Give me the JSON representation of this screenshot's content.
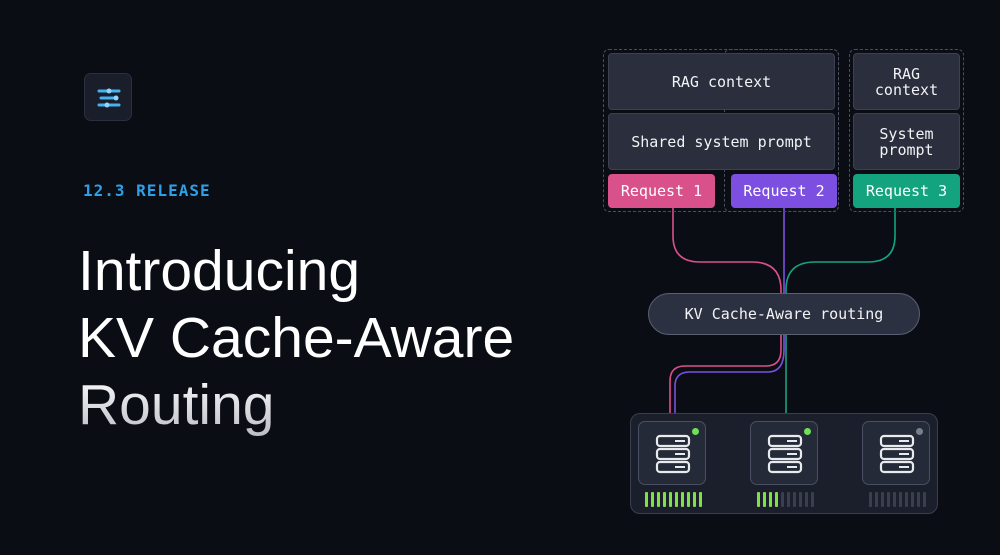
{
  "release_label": "12.3 RELEASE",
  "headline": {
    "line1": "Introducing",
    "line2": "KV Cache-Aware",
    "line3": "Routing"
  },
  "diagram": {
    "group_a": {
      "rag": "RAG context",
      "system": "Shared system prompt"
    },
    "group_b": {
      "rag_line1": "RAG",
      "rag_line2": "context",
      "system_line1": "System",
      "system_line2": "prompt"
    },
    "requests": [
      {
        "label": "Request 1",
        "color": "#d9518a"
      },
      {
        "label": "Request 2",
        "color": "#7c4fe0"
      },
      {
        "label": "Request 3",
        "color": "#14a37f"
      }
    ],
    "router_label": "KV Cache-Aware routing",
    "servers": [
      {
        "status_color": "#6ee05a",
        "load": 10,
        "capacity": 10
      },
      {
        "status_color": "#6ee05a",
        "load": 4,
        "capacity": 10
      },
      {
        "status_color": "#7a7f8c",
        "load": 0,
        "capacity": 10
      }
    ]
  },
  "colors": {
    "accent": "#2f9fe6",
    "bar_active": "#7fe04a",
    "bar_idle": "#3a3f4e"
  }
}
